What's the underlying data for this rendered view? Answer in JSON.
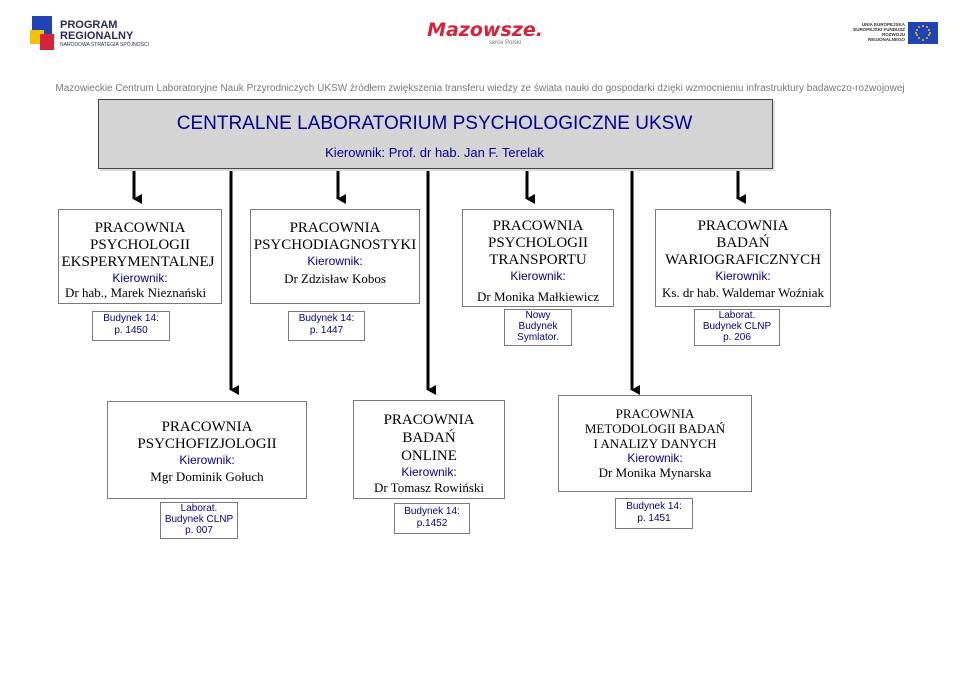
{
  "header": {
    "program_logo_line1": "PROGRAM",
    "program_logo_line2": "REGIONALNY",
    "program_logo_line3": "NARODOWA STRATEGIA SPÓJNOŚCI",
    "mazowsze_brand": "Mazowsze.",
    "mazowsze_sub": "serce Polski",
    "eu_text_1": "UNIA EUROPEJSKA",
    "eu_text_2": "EUROPEJSKI FUNDUSZ",
    "eu_text_3": "ROZWOJU REGIONALNEGO",
    "subtitle": "Mazowieckie Centrum Laboratoryjne Nauk Przyrodniczych UKSW źródłem zwiększenia transferu wiedzy ze świata nauki do gospodarki dzięki wzmocnieniu infrastruktury badawczo-rozwojowej"
  },
  "root": {
    "title": "CENTRALNE LABORATORIUM PSYCHOLOGICZNE UKSW",
    "head": "Kierownik: Prof. dr hab. Jan F. Terelak"
  },
  "labs_row1": [
    {
      "line1": "PRACOWNIA",
      "line2": "PSYCHOLOGII",
      "line3": "EKSPERYMENTALNEJ",
      "role": "Kierownik:",
      "person": "Dr hab., Marek Nieznański",
      "loc1": "Budynek 14:",
      "loc2": "p. 1450",
      "loc3": ""
    },
    {
      "line1": "PRACOWNIA",
      "line2": "PSYCHODIAGNOSTYKI",
      "line3": "",
      "role": "Kierownik:",
      "person": "Dr Zdzisław Kobos",
      "loc1": "Budynek 14:",
      "loc2": "p. 1447",
      "loc3": ""
    },
    {
      "line1": "PRACOWNIA",
      "line2": "PSYCHOLOGII",
      "line3": "TRANSPORTU",
      "role": "Kierownik:",
      "person": "Dr Monika Małkiewicz",
      "loc1": "Nowy",
      "loc2": "Budynek",
      "loc3": "Symlator."
    },
    {
      "line1": "PRACOWNIA",
      "line2": "BADAŃ",
      "line3": "WARIOGRAFICZNYCH",
      "role": "Kierownik:",
      "person": "Ks. dr hab. Waldemar Woźniak",
      "loc1": "Laborat.",
      "loc2": "Budynek CLNP",
      "loc3": "p. 206"
    }
  ],
  "labs_row2": [
    {
      "line1": "PRACOWNIA",
      "line2": "PSYCHOFIZJOLOGII",
      "line3": "",
      "role": "Kierownik:",
      "person": "Mgr Dominik Gołuch",
      "loc1": "Laborat.",
      "loc2": "Budynek CLNP",
      "loc3": "p. 007"
    },
    {
      "line1": "PRACOWNIA",
      "line2": "BADAŃ",
      "line3": "ONLINE",
      "role": "Kierownik:",
      "person": "Dr Tomasz Rowiński",
      "loc1": "Budynek 14:",
      "loc2": "p.1452",
      "loc3": ""
    },
    {
      "line1": "PRACOWNIA",
      "line2": "METODOLOGII BADAŃ",
      "line3": "I ANALIZY DANYCH",
      "role": "Kierownik:",
      "person": "Dr Monika Mynarska",
      "loc1": "Budynek 14:",
      "loc2": "p. 1451",
      "loc3": ""
    }
  ],
  "colors": {
    "title_blue": "#000090",
    "text_blue": "#00008b",
    "root_fill": "#d4d4d4",
    "brand_red": "#d8213b"
  }
}
